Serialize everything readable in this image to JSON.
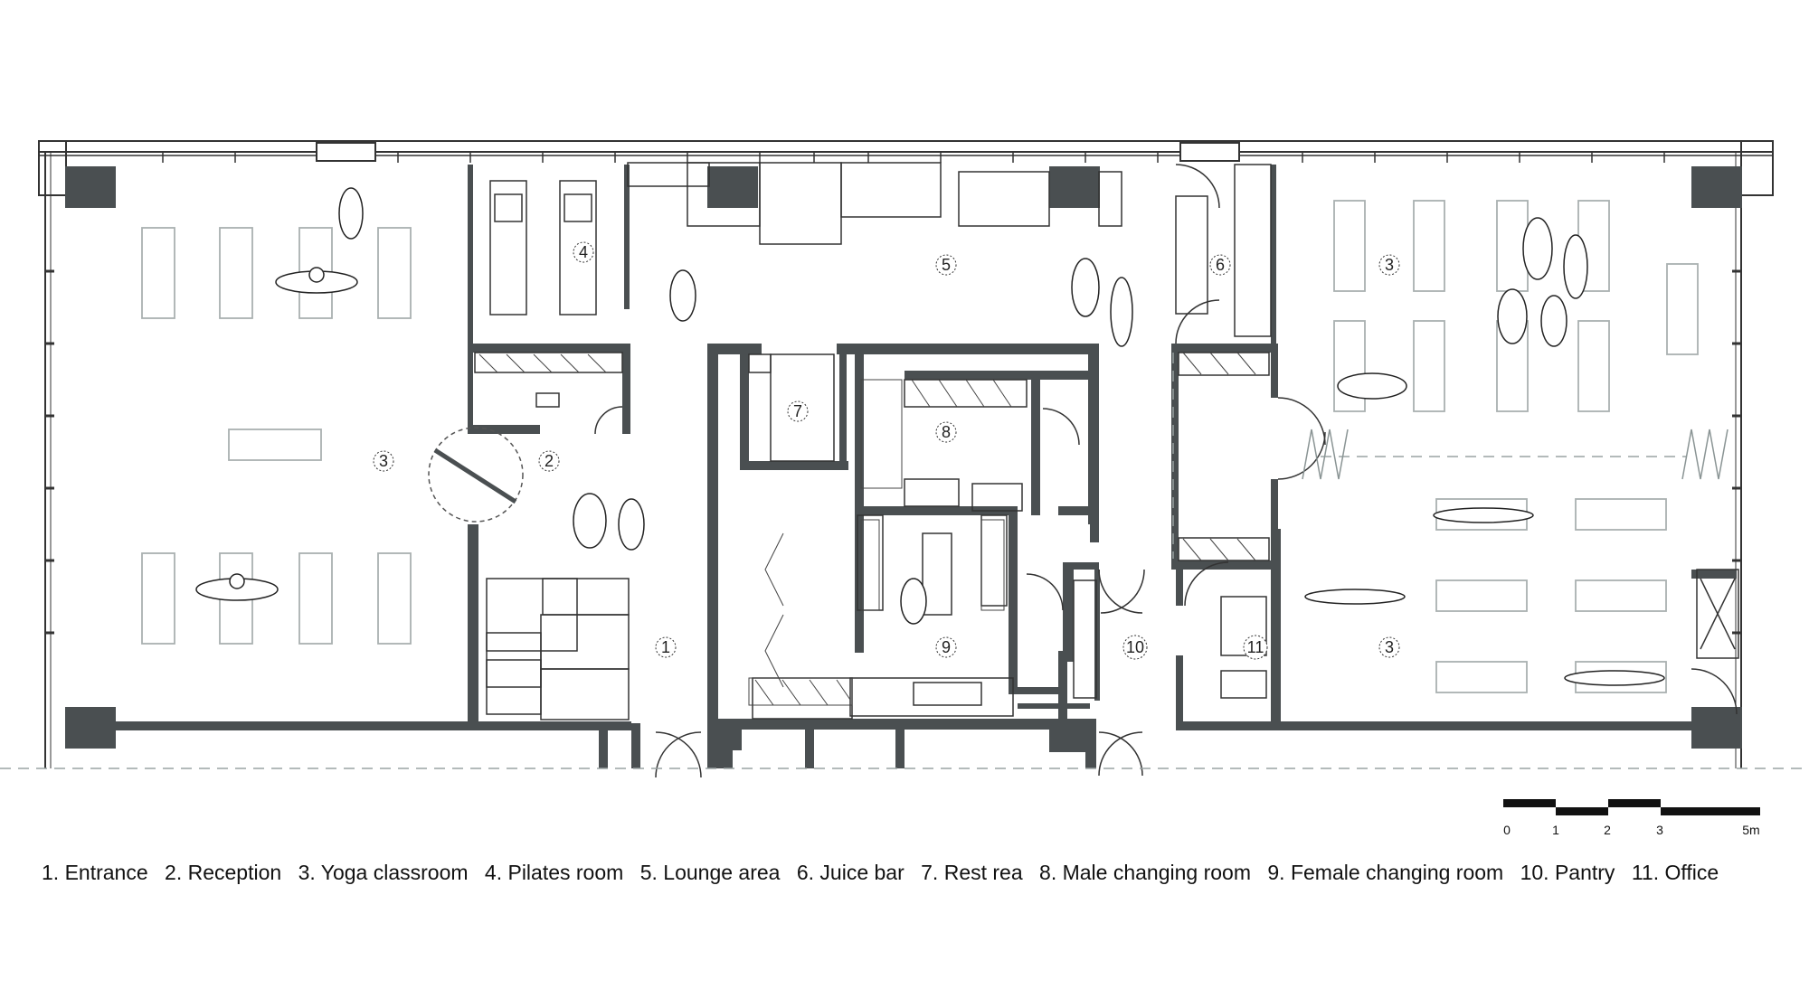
{
  "rooms": [
    {
      "id": "1",
      "name": "Entrance"
    },
    {
      "id": "2",
      "name": "Reception"
    },
    {
      "id": "3",
      "name": "Yoga classroom"
    },
    {
      "id": "4",
      "name": "Pilates room"
    },
    {
      "id": "5",
      "name": "Lounge area"
    },
    {
      "id": "6",
      "name": "Juice bar"
    },
    {
      "id": "7",
      "name": "Rest rea"
    },
    {
      "id": "8",
      "name": "Male changing room"
    },
    {
      "id": "9",
      "name": "Female changing room"
    },
    {
      "id": "10",
      "name": "Pantry"
    },
    {
      "id": "11",
      "name": "Office"
    }
  ],
  "legend": [
    "1. Entrance",
    "2. Reception",
    "3. Yoga classroom",
    "4. Pilates room",
    "5. Lounge area",
    "6. Juice bar",
    "7. Rest rea",
    "8. Male changing room",
    "9. Female changing room",
    "10. Pantry",
    "11. Office"
  ],
  "scale_bar": {
    "ticks": [
      "0",
      "1",
      "2",
      "3",
      "5m"
    ]
  },
  "colors": {
    "wall": "#4a4f51",
    "outline": "#333333",
    "mat": "#a9b0b0",
    "dashed": "#9aa3a3"
  }
}
